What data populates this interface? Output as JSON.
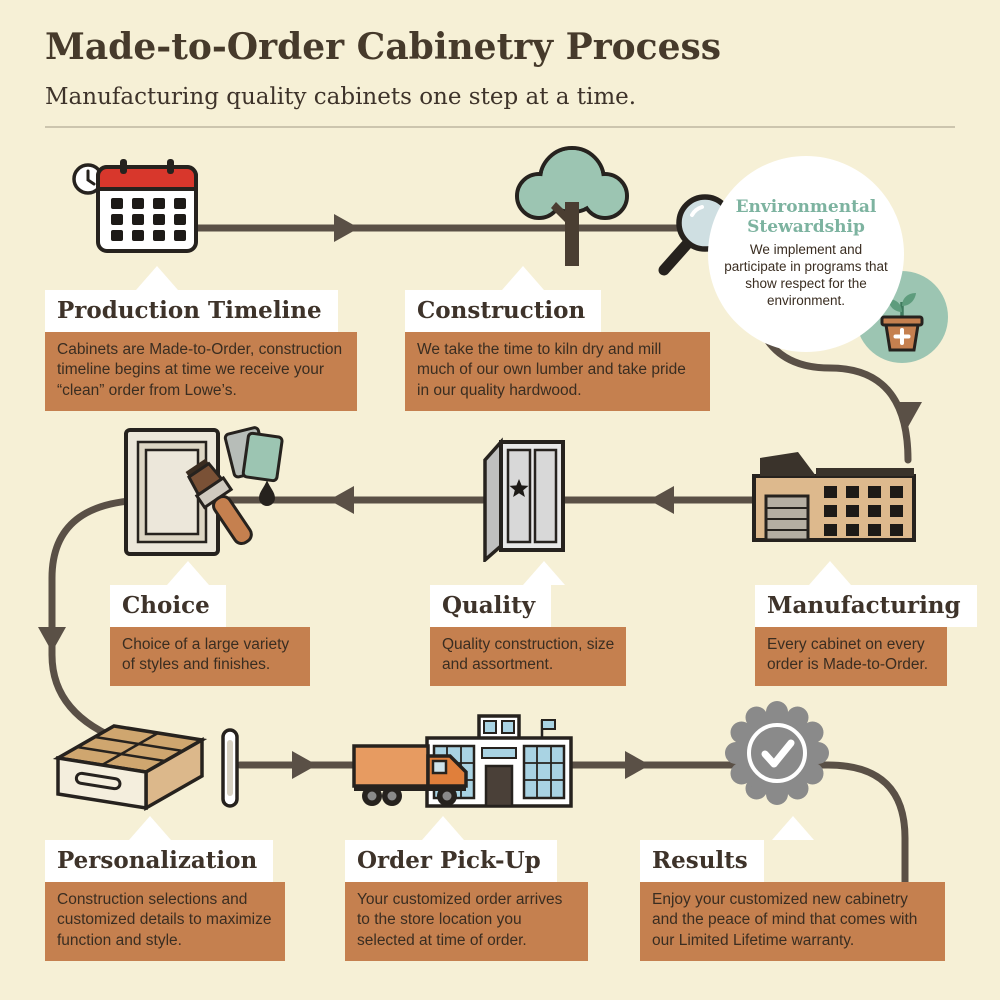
{
  "header": {
    "title": "Made-to-Order Cabinetry Process",
    "subtitle": "Manufacturing quality cabinets one step at a time."
  },
  "colors": {
    "background": "#f6f0d6",
    "accent_orange": "#c5804f",
    "accent_teal": "#9cc5b2",
    "heading_brown": "#3e332a",
    "flow_line": "#5a5046",
    "outline": "#26221e"
  },
  "bubble": {
    "label": "Environmental Stewardship",
    "body": "We implement and participate in programs that show respect for the environment.",
    "icon": "plant-pot-icon"
  },
  "steps": [
    {
      "label": "Production Timeline",
      "icon": "calendar-clock-icon",
      "body": "Cabinets are Made-to-Order, construction timeline begins at time we receive your “clean” order from Lowe’s."
    },
    {
      "label": "Construction",
      "icon": "tree-icon",
      "body": "We take the time to kiln dry and mill much of our own lumber and take pride in our quality hardwood."
    },
    {
      "label": "Manufacturing",
      "icon": "factory-icon",
      "body": "Every cabinet on every order is Made-to-Order."
    },
    {
      "label": "Quality",
      "icon": "cabinet-icon",
      "body": "Quality construction, size and assortment."
    },
    {
      "label": "Choice",
      "icon": "door-swatches-brush-icon",
      "body": "Choice of a large variety of styles and finishes."
    },
    {
      "label": "Personalization",
      "icon": "drawer-icon",
      "body": "Construction selections and customized details to maximize function and style."
    },
    {
      "label": "Order Pick-Up",
      "icon": "truck-store-icon",
      "body": "Your customized order arrives to the store location you selected at time of order."
    },
    {
      "label": "Results",
      "icon": "ribbon-check-icon",
      "body": "Enjoy your customized new cabinetry and the peace of mind that comes with our Limited Lifetime warranty."
    }
  ]
}
